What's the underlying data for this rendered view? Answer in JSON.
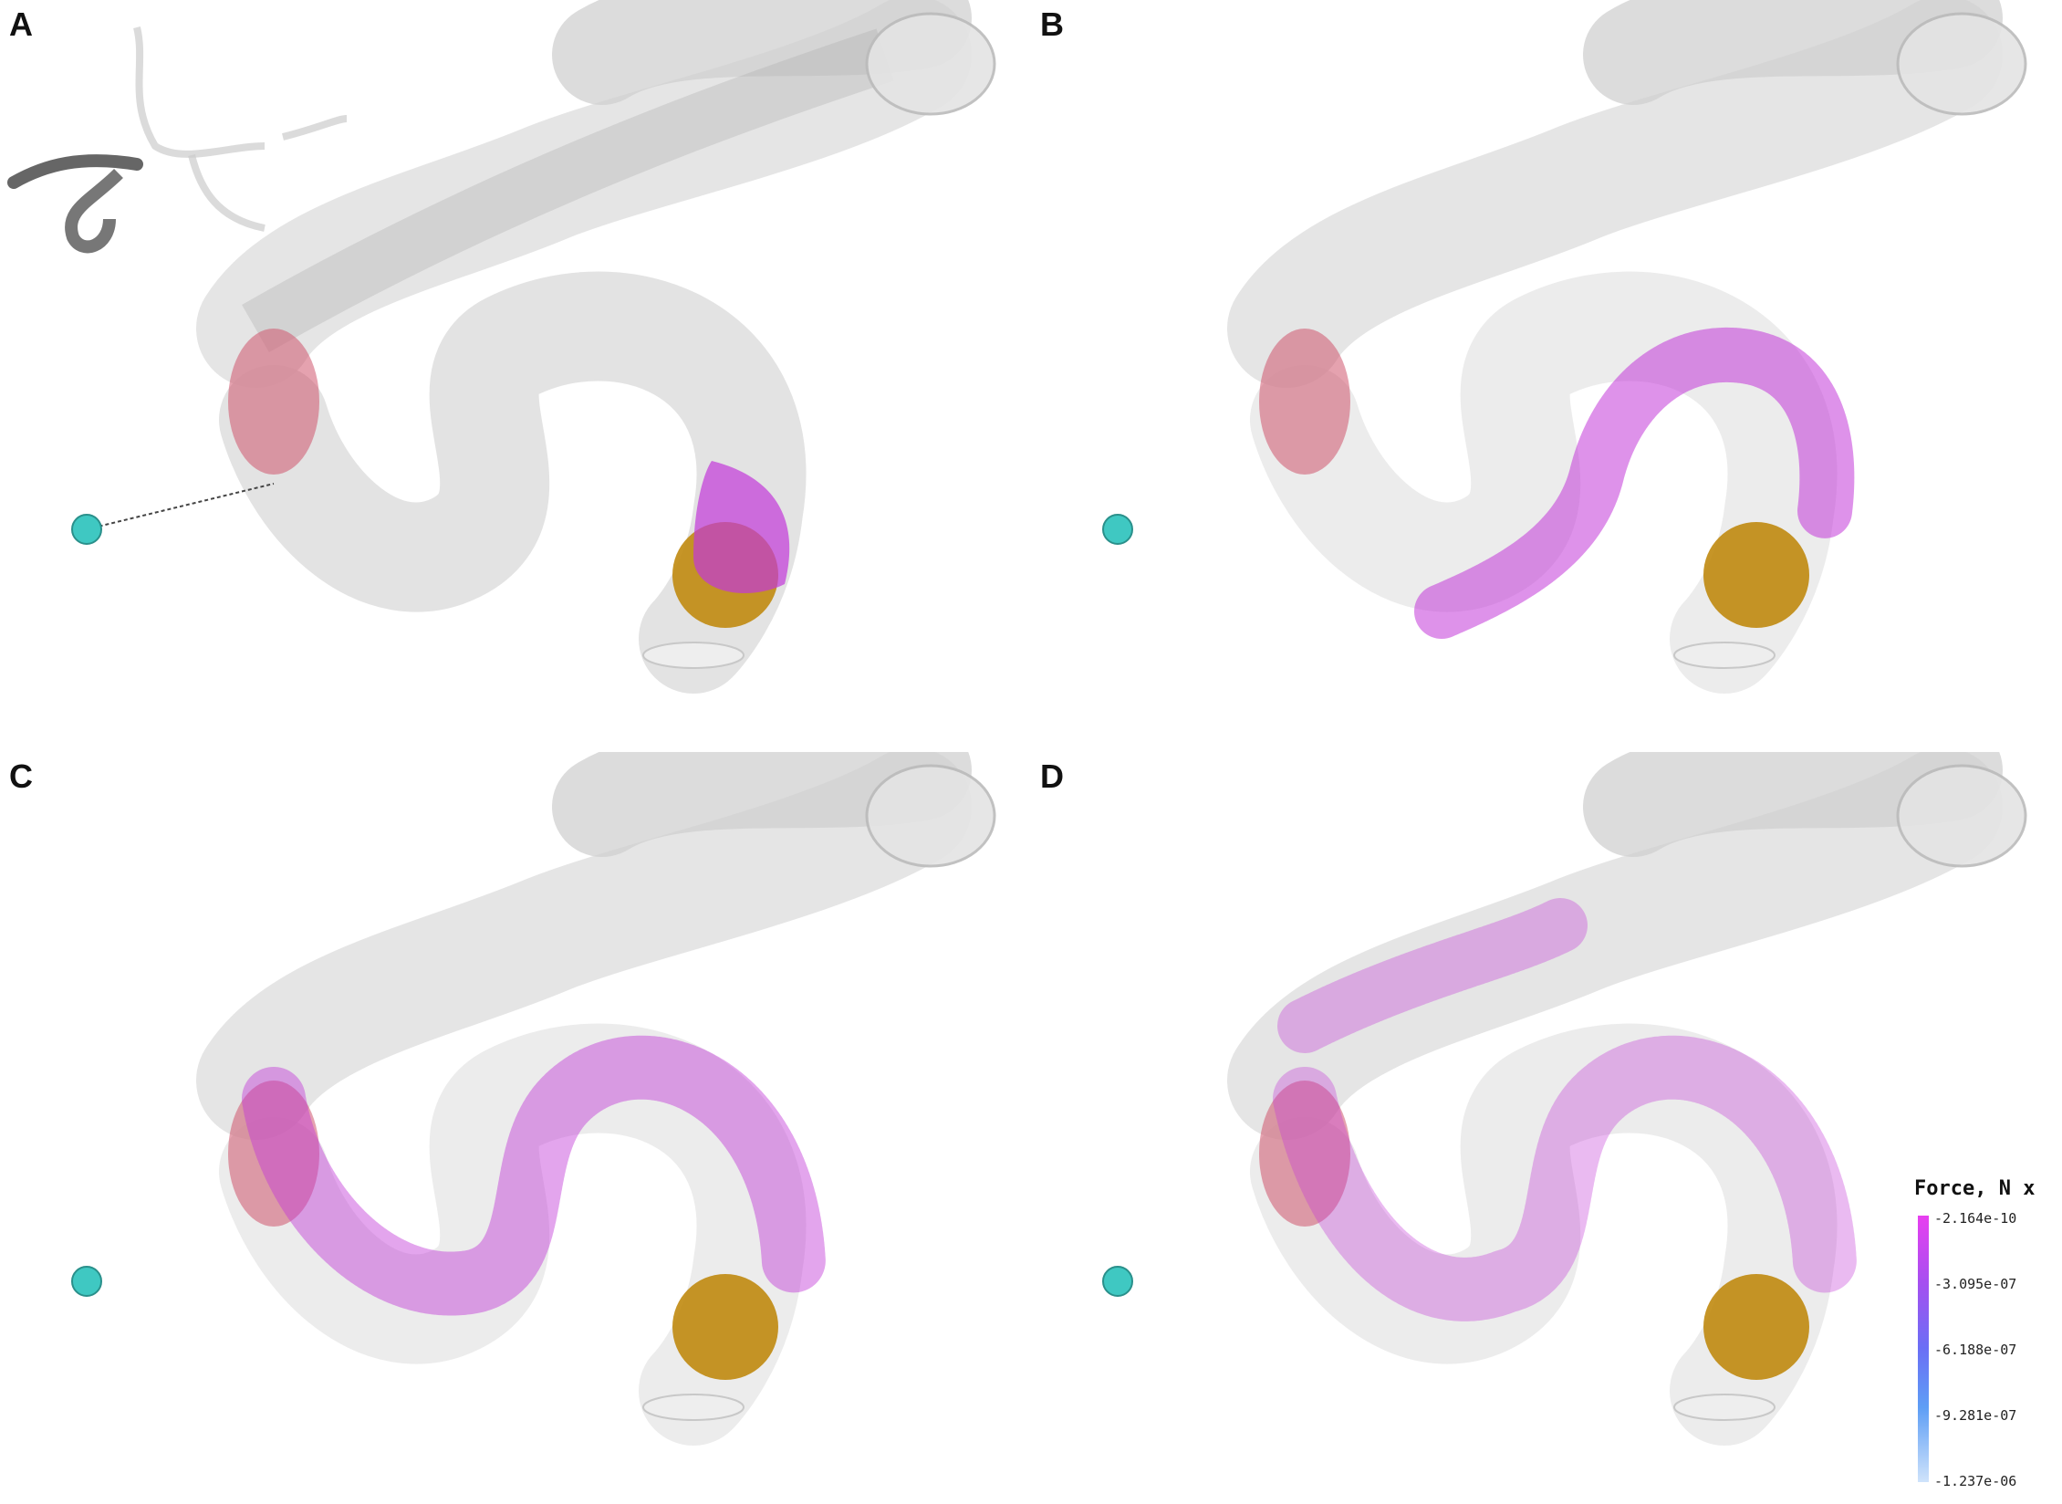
{
  "panels": [
    {
      "label": "A"
    },
    {
      "label": "B"
    },
    {
      "label": "C"
    },
    {
      "label": "D"
    }
  ],
  "colorbar": {
    "title": "Force, N x",
    "ticks": [
      "-2.164e-10",
      "-3.095e-07",
      "-6.188e-07",
      "-9.281e-07",
      "-1.237e-06"
    ],
    "colors": [
      "#e83ff0",
      "#a64ff0",
      "#6a6ff5",
      "#5e9ef5",
      "#cfe3fb"
    ]
  },
  "colors": {
    "vessel": "#d9d9d9",
    "inlet_disc": "#d0566e",
    "outlet_sphere": "#c08a10",
    "source_point": "#3fc8c2",
    "particles": "#c238d8"
  }
}
